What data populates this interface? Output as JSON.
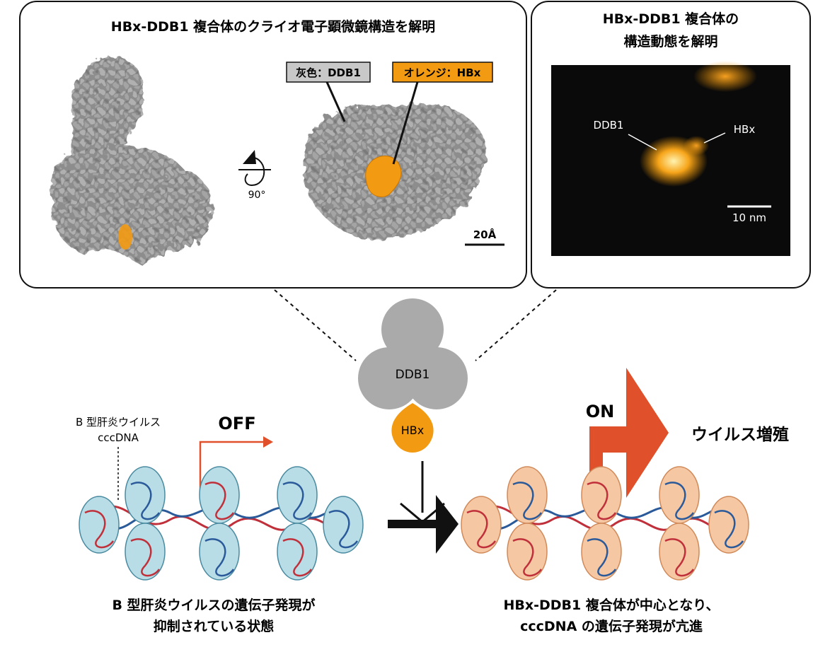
{
  "panel_left": {
    "title": "HBx-DDB1 複合体のクライオ電子顕微鏡構造を解明",
    "label_gray": "灰色：DDB1",
    "label_orange": "オレンジ：HBx",
    "rotation_label": "90°",
    "scale_label": "20Å"
  },
  "panel_right": {
    "title_line1": "HBx-DDB1 複合体の",
    "title_line2": "構造動態を解明",
    "label_ddb1": "DDB1",
    "label_hbx": "HBx",
    "scale_label": "10 nm"
  },
  "center": {
    "ddb1_label": "DDB1",
    "hbx_label": "HBx"
  },
  "left_state": {
    "virus_label_line1": "B 型肝炎ウイルス",
    "virus_label_line2": "cccDNA",
    "switch_label": "OFF",
    "caption_line1": "B 型肝炎ウイルスの遺伝子発現が",
    "caption_line2": "抑制されている状態"
  },
  "right_state": {
    "switch_label": "ON",
    "outcome_label": "ウイルス増殖",
    "caption_line1": "HBx-DDB1 複合体が中心となり、",
    "caption_line2": "cccDNA の遺伝子発現が亢進"
  },
  "colors": {
    "gray_protein": "#9a9a9a",
    "orange_hbx": "#f29a12",
    "arrow_red": "#e0502a",
    "nucleosome_off": "#b9dde6",
    "nucleosome_on": "#f5c7a3",
    "dna_red": "#c0303a",
    "dna_blue": "#2a5a9a"
  }
}
